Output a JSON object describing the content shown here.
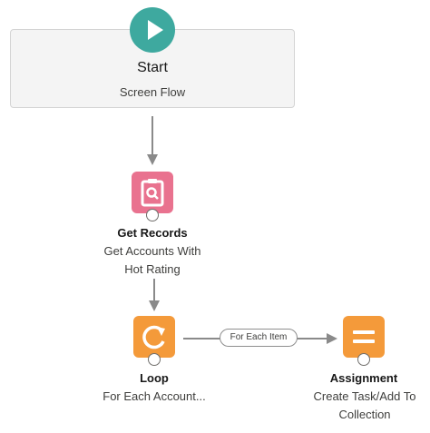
{
  "start": {
    "title": "Start",
    "subtitle": "Screen Flow",
    "icon": "play-icon",
    "color": "#3ea99f"
  },
  "nodes": [
    {
      "title": "Get Records",
      "label_lines": [
        "Get Accounts With",
        "Hot Rating"
      ],
      "icon": "clipboard-search-icon",
      "color": "#e9728f"
    },
    {
      "title": "Loop",
      "label_lines": [
        "For Each Account..."
      ],
      "icon": "loop-icon",
      "color": "#f49a3a"
    },
    {
      "title": "Assignment",
      "label_lines": [
        "Create Task/Add To",
        "Collection"
      ],
      "icon": "assignment-equals-icon",
      "color": "#f49a3a"
    }
  ],
  "loop_connector_label": "For Each Item"
}
